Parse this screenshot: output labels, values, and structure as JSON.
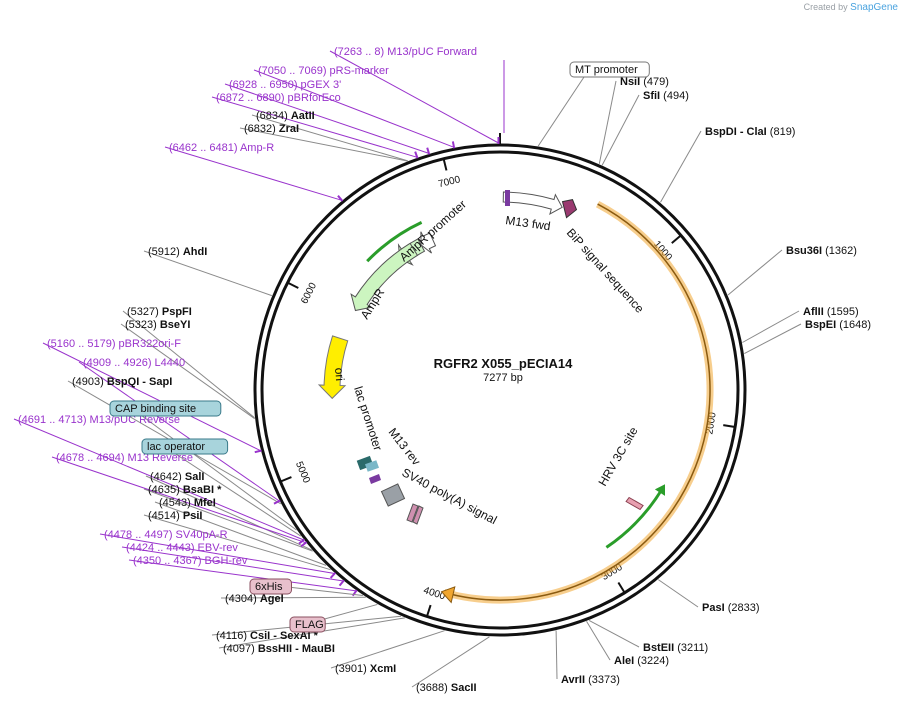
{
  "branding": {
    "created_by": "Created by",
    "app": "SnapGene"
  },
  "plasmid": {
    "name": "RGFR2 X055_pECIA14",
    "length": "7277 bp",
    "total_bp": 7277
  },
  "colors": {
    "backbone": "#111111",
    "purple": "#9933cc",
    "feature_text": "#111111",
    "cds_orange": "#f0a630",
    "amp_green": "#2a9d2a",
    "ori_yellow": "#ffee00",
    "line": "#8a8a8a"
  },
  "ticks": [
    {
      "bp": 1000,
      "label": "1000"
    },
    {
      "bp": 2000,
      "label": "2000"
    },
    {
      "bp": 3000,
      "label": "3000"
    },
    {
      "bp": 4000,
      "label": "4000"
    },
    {
      "bp": 5000,
      "label": "5000"
    },
    {
      "bp": 6000,
      "label": "6000"
    },
    {
      "bp": 7000,
      "label": "7000"
    }
  ],
  "enzymes": [
    {
      "name": "NsiI",
      "pos": "(479)",
      "bp": 479
    },
    {
      "name": "SfiI",
      "pos": "(494)",
      "bp": 494
    },
    {
      "name": "BspDI  -  ClaI",
      "pos": "(819)",
      "bp": 819
    },
    {
      "name": "Bsu36I",
      "pos": "(1362)",
      "bp": 1362
    },
    {
      "name": "AflII",
      "pos": "(1595)",
      "bp": 1595
    },
    {
      "name": "BspEI",
      "pos": "(1648)",
      "bp": 1648
    },
    {
      "name": "PasI",
      "pos": "(2833)",
      "bp": 2833
    },
    {
      "name": "BstEII",
      "pos": "(3211)",
      "bp": 3211
    },
    {
      "name": "AleI",
      "pos": "(3224)",
      "bp": 3224
    },
    {
      "name": "AvrII",
      "pos": "(3373)",
      "bp": 3373
    },
    {
      "name": "SacII",
      "pos": "(3688)",
      "bp": 3688
    },
    {
      "name": "XcmI",
      "pos": "(3901)",
      "bp": 3901
    },
    {
      "name": "BssHII  -  MauBI",
      "pos": "(4097)",
      "bp": 4097
    },
    {
      "name": "CsiI  -  SexAI *",
      "pos": "(4116)",
      "bp": 4116
    },
    {
      "name": "AgeI",
      "pos": "(4304)",
      "bp": 4304
    },
    {
      "name": "PsiI",
      "pos": "(4514)",
      "bp": 4514
    },
    {
      "name": "MfeI",
      "pos": "(4543)",
      "bp": 4543
    },
    {
      "name": "BsaBI *",
      "pos": "(4635)",
      "bp": 4635
    },
    {
      "name": "SalI",
      "pos": "(4642)",
      "bp": 4642
    },
    {
      "name": "BspQI  -  SapI",
      "pos": "(4903)",
      "bp": 4903
    },
    {
      "name": "BseYI",
      "pos": "(5323)",
      "bp": 5323
    },
    {
      "name": "PspFI",
      "pos": "(5327)",
      "bp": 5327
    },
    {
      "name": "AhdI",
      "pos": "(5912)",
      "bp": 5912
    },
    {
      "name": "ZraI",
      "pos": "(6832)",
      "bp": 6832
    },
    {
      "name": "AatII",
      "pos": "(6834)",
      "bp": 6834
    }
  ],
  "primers": [
    {
      "range": "(7263 .. 8)",
      "name": "M13/pUC Forward",
      "bp": 7270
    },
    {
      "range": "(7050 .. 7069)",
      "name": "pRS-marker",
      "bp": 7060
    },
    {
      "range": "(6928 .. 6950)",
      "name": "pGEX 3'",
      "bp": 6939
    },
    {
      "range": "(6872 .. 6890)",
      "name": "pBRforEco",
      "bp": 6881
    },
    {
      "range": "(6462 .. 6481)",
      "name": "Amp-R",
      "bp": 6472
    },
    {
      "range": "(5160 .. 5179)",
      "name": "pBR322ori-F",
      "bp": 5170
    },
    {
      "range": "(4909 .. 4926)",
      "name": "L4440",
      "bp": 4918
    },
    {
      "range": "(4691 .. 4713)",
      "name": "M13/pUC Reverse",
      "bp": 4702
    },
    {
      "range": "(4678 .. 4694)",
      "name": "M13 Reverse",
      "bp": 4686
    },
    {
      "range": "(4478 .. 4497)",
      "name": "SV40pA-R",
      "bp": 4488
    },
    {
      "range": "(4424 .. 4443)",
      "name": "EBV-rev",
      "bp": 4434
    },
    {
      "range": "(4350 .. 4367)",
      "name": "BGH-rev",
      "bp": 4358
    }
  ],
  "boxed_features": [
    {
      "label": "MT promoter",
      "style": "white",
      "bp": 180
    },
    {
      "label": "CAP binding site",
      "style": "teal",
      "bp": 4760
    },
    {
      "label": "lac operator",
      "style": "teal",
      "bp": 4725
    },
    {
      "label": "6xHis",
      "style": "pink",
      "bp": 4320
    },
    {
      "label": "FLAG",
      "style": "pink",
      "bp": 4240
    }
  ],
  "inner_labels": {
    "m13_fwd": "M13 fwd",
    "bip": "BiP signal sequence",
    "ampr_promoter": "AmpR promoter",
    "ampr": "AmpR",
    "ori": "ori",
    "lac_promoter": "lac promoter",
    "m13_rev": "M13 rev",
    "sv40": "SV40 poly(A) signal",
    "hrv": "HRV 3C site"
  }
}
